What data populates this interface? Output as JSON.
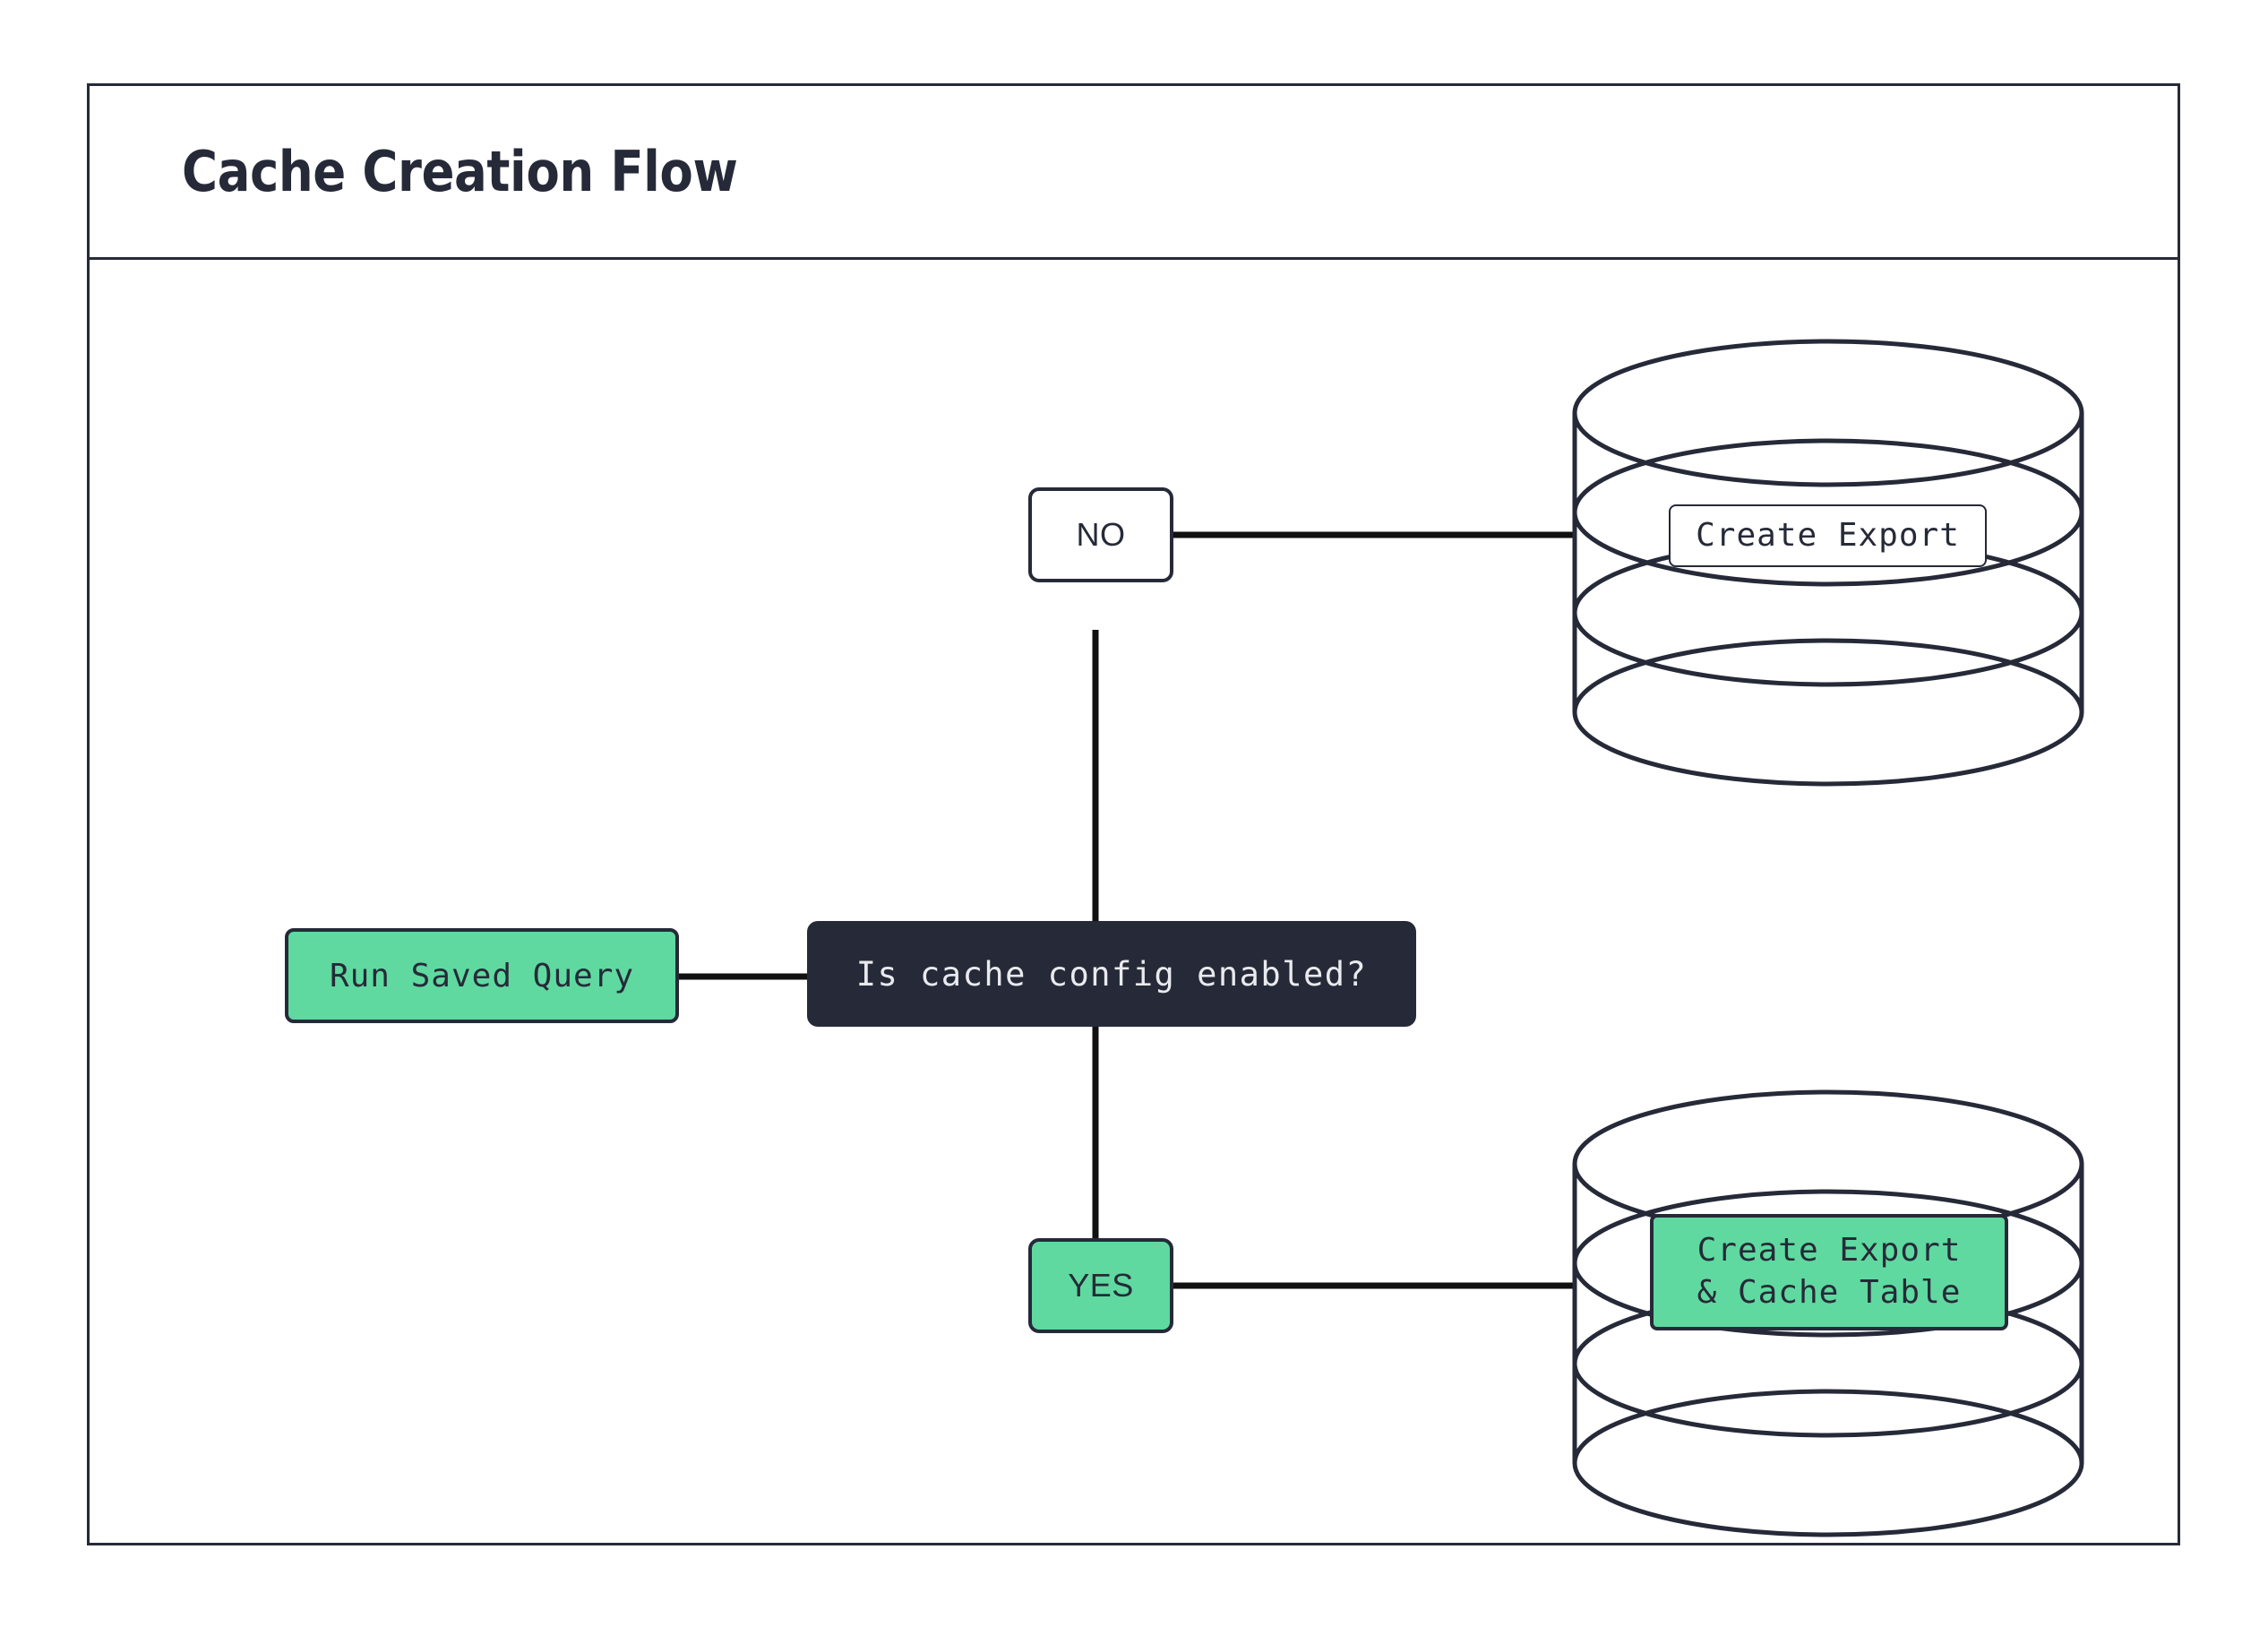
{
  "diagram": {
    "title": "Cache Creation Flow",
    "colors": {
      "ink": "#262A38",
      "green": "#5FD9A0",
      "surface": "#FFFFFF",
      "decision_text": "#E8EAEE"
    },
    "nodes": {
      "run_saved_query": {
        "label": "Run Saved Query",
        "shape": "rounded-rect",
        "fill": "#5FD9A0"
      },
      "decision": {
        "label": "Is cache config enabled?",
        "shape": "rounded-rect",
        "fill": "#262A38"
      },
      "db_top": {
        "label": "Create Export",
        "shape": "cylinder-stack",
        "fill": "#FFFFFF"
      },
      "db_bottom": {
        "label": "Create Export\n& Cache Table",
        "shape": "cylinder-stack",
        "fill": "#5FD9A0"
      }
    },
    "edge_labels": {
      "no": "NO",
      "yes": "YES"
    }
  }
}
